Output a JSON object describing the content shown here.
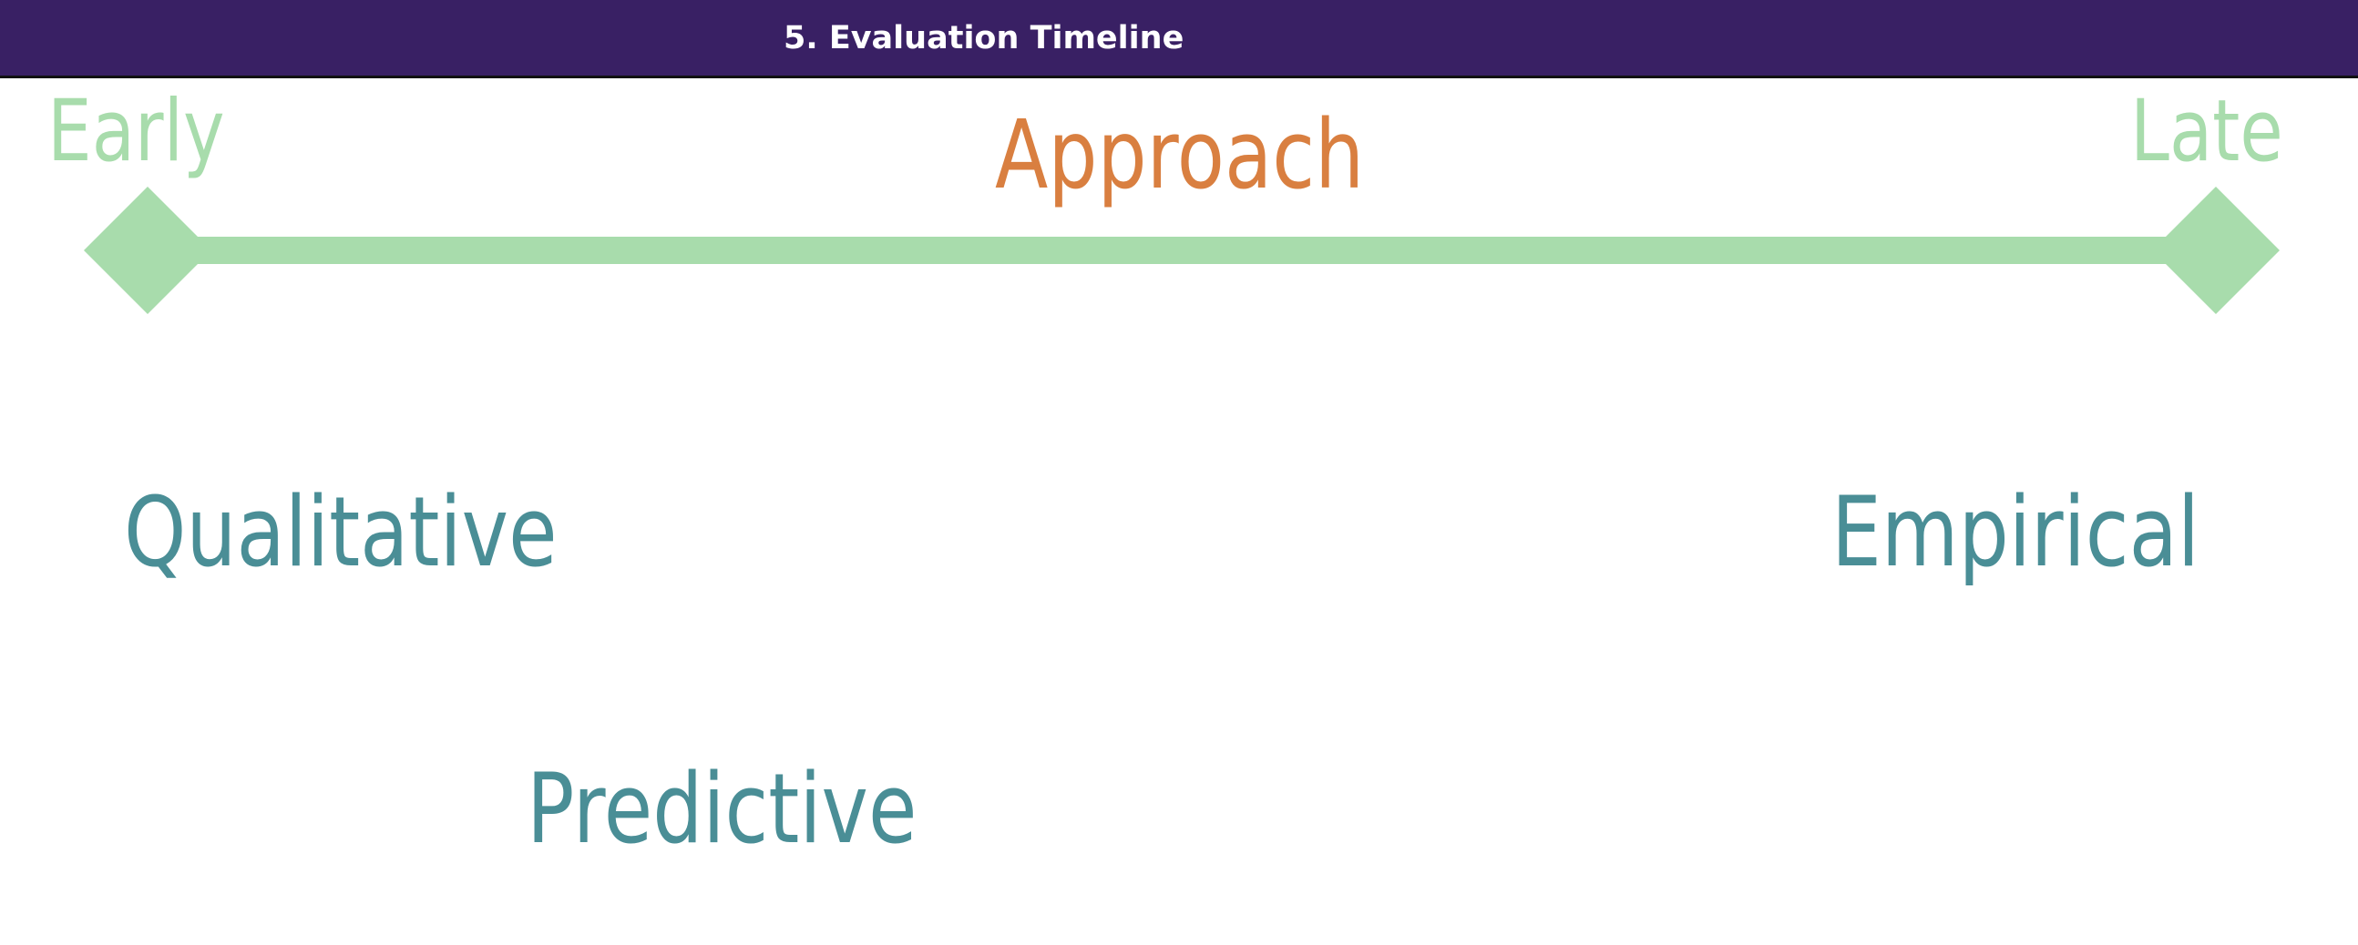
{
  "header": {
    "title": "5. Evaluation Timeline"
  },
  "diagram": {
    "axis_title": "Approach",
    "start_label": "Early",
    "end_label": "Late",
    "approaches": [
      "Qualitative",
      "Predictive",
      "Empirical"
    ],
    "colors": {
      "header_bg": "#392064",
      "timeline": "#a8dcac",
      "axis_title": "#d97f40",
      "approach_text": "#4a8e96"
    }
  }
}
